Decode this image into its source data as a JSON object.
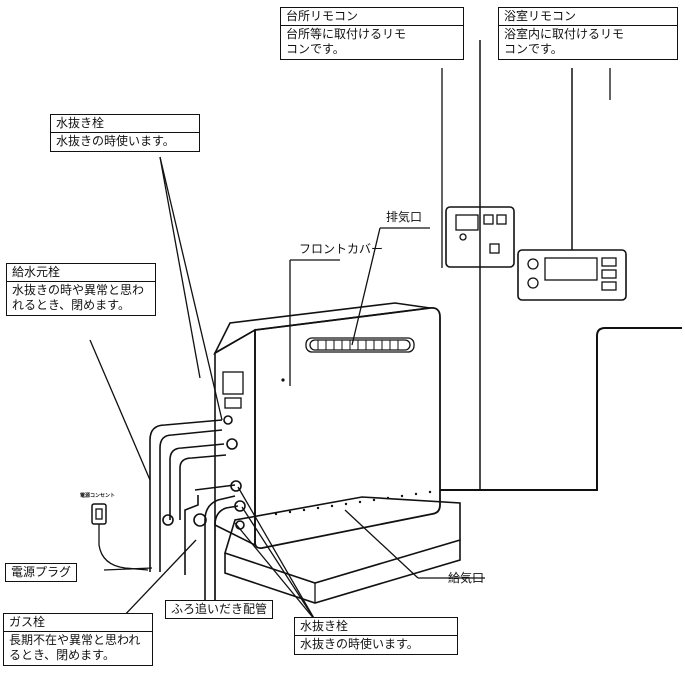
{
  "labels": {
    "kitchen_remote": {
      "title": "台所リモコン",
      "desc": "台所等に取付けるリモコンです。"
    },
    "bath_remote": {
      "title": "浴室リモコン",
      "desc": "浴室内に取付けるリモコンです。"
    },
    "drain_plug_top": {
      "title": "水抜き栓",
      "desc": "水抜きの時使います。"
    },
    "water_supply_valve": {
      "title": "給水元栓",
      "desc": "水抜きの時や異常と思われるとき、閉めます。"
    },
    "gas_valve": {
      "title": "ガス栓",
      "desc": "長期不在や異常と思われるとき、閉めます。"
    },
    "drain_plug_bottom": {
      "title": "水抜き栓",
      "desc": "水抜きの時使います。"
    },
    "exhaust_port": "排気口",
    "front_cover": "フロントカバー",
    "outlet": "電源コンセント",
    "power_plug": "電源プラグ",
    "bath_pipe": "ふろ追いだき配管",
    "intake_port": "給気口"
  }
}
